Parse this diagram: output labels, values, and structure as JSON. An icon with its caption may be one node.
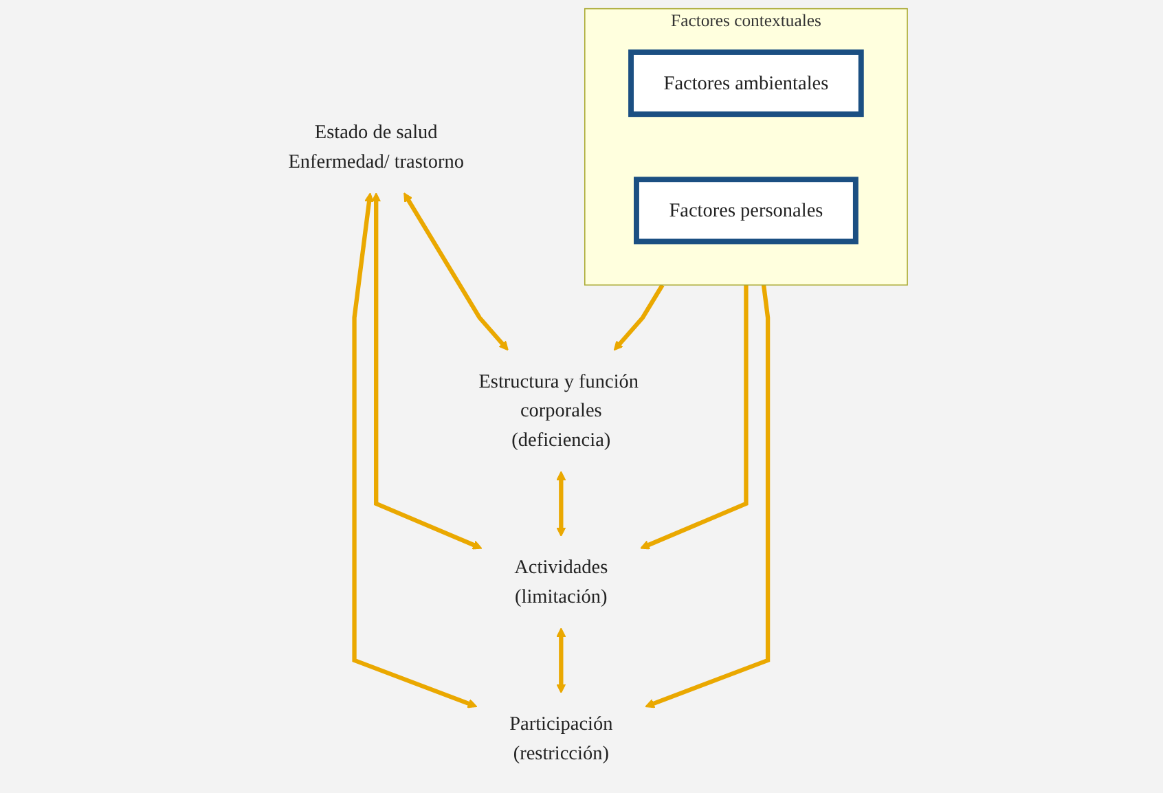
{
  "diagram": {
    "nodes": [
      {
        "text": [
          "Estado de salud",
          "Enfermedad/ trastorno"
        ]
      },
      {
        "text": [
          "Estructura y función corporales",
          "(deficiencia)"
        ]
      },
      {
        "text": [
          "Actividades",
          "(limitación)"
        ]
      },
      {
        "text": [
          "Participación",
          "(restricción)"
        ]
      },
      {
        "text": [
          "Factores contextuales"
        ]
      },
      {
        "text": [
          "Factores ambientales"
        ],
        "in": 4
      },
      {
        "text": [
          "Factores personales"
        ],
        "in": 4
      }
    ],
    "edges": [
      {
        "from": 0,
        "to": 2,
        "arrow": "both"
      },
      {
        "from": 0,
        "to": 1,
        "arrow": "both"
      },
      {
        "from": 0,
        "to": 3,
        "arrow": "both"
      },
      {
        "from": 1,
        "to": 2,
        "arrow": "both"
      },
      {
        "from": 2,
        "to": 3,
        "arrow": "both"
      },
      {
        "from": 4,
        "to": 2,
        "arrow": "to"
      },
      {
        "from": 4,
        "to": 1,
        "arrow": "to"
      },
      {
        "from": 4,
        "to": 3,
        "arrow": "to"
      }
    ]
  }
}
